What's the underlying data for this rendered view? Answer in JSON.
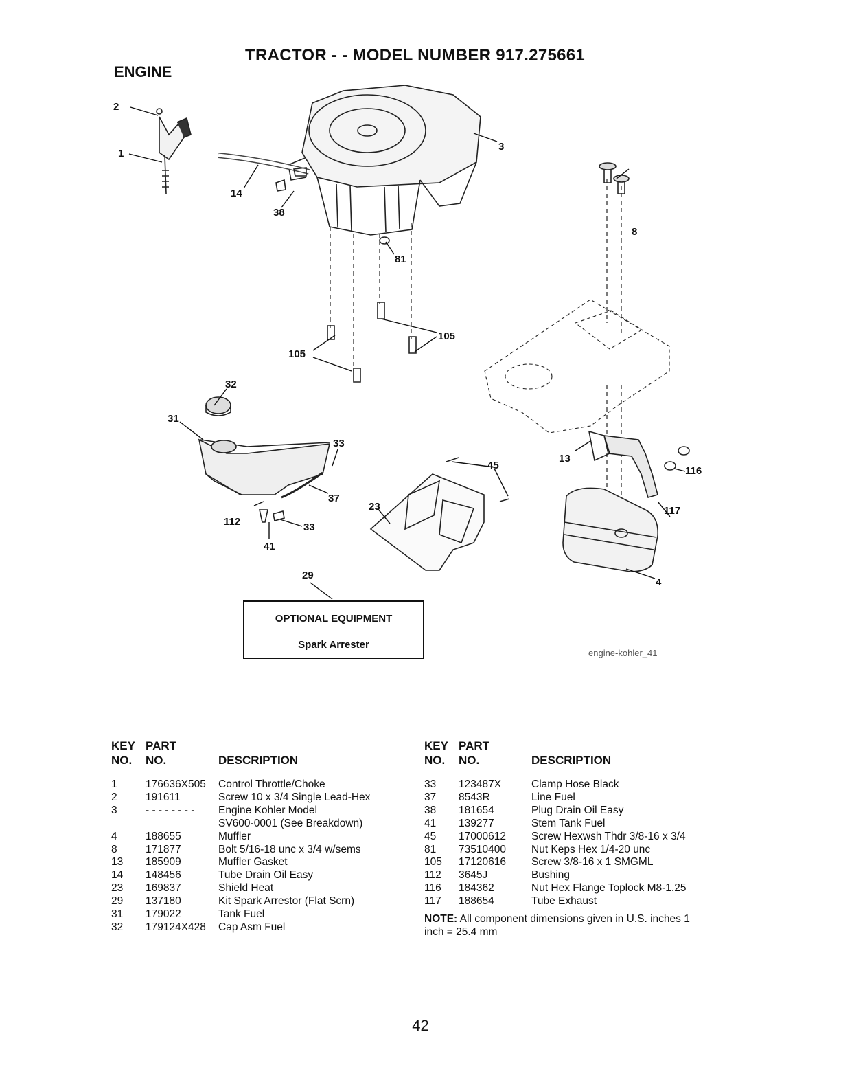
{
  "title": "TRACTOR - - MODEL NUMBER 917.275661",
  "section": "ENGINE",
  "callouts": [
    "2",
    "1",
    "14",
    "38",
    "3",
    "81",
    "8",
    "105",
    "105",
    "32",
    "31",
    "33",
    "45",
    "13",
    "116",
    "37",
    "23",
    "117",
    "112",
    "33",
    "41",
    "29",
    "4"
  ],
  "optional_box": {
    "heading": "OPTIONAL EQUIPMENT",
    "item": "Spark Arrester"
  },
  "figure_id": "engine-kohler_41",
  "table_headers": {
    "key_line1": "KEY",
    "key_line2": "NO.",
    "part_line1": "PART",
    "part_line2": "NO.",
    "description": "DESCRIPTION"
  },
  "parts_left": [
    {
      "key": "1",
      "part": "176636X505",
      "desc": "Control Throttle/Choke"
    },
    {
      "key": "2",
      "part": "191611",
      "desc": "Screw 10 x 3/4 Single Lead-Hex"
    },
    {
      "key": "3",
      "part": "- - - - - - - -",
      "desc": "Engine Kohler Model"
    },
    {
      "key": "",
      "part": "",
      "desc": "SV600-0001 (See Breakdown)"
    },
    {
      "key": "4",
      "part": "188655",
      "desc": "Muffler"
    },
    {
      "key": "8",
      "part": "171877",
      "desc": "Bolt 5/16-18 unc x 3/4 w/sems"
    },
    {
      "key": "13",
      "part": "185909",
      "desc": "Muffler Gasket"
    },
    {
      "key": "14",
      "part": "148456",
      "desc": "Tube Drain Oil Easy"
    },
    {
      "key": "23",
      "part": "169837",
      "desc": "Shield Heat"
    },
    {
      "key": "29",
      "part": "137180",
      "desc": "Kit Spark Arrestor (Flat Scrn)"
    },
    {
      "key": "31",
      "part": "179022",
      "desc": "Tank Fuel"
    },
    {
      "key": "32",
      "part": "179124X428",
      "desc": "Cap Asm Fuel"
    }
  ],
  "parts_right": [
    {
      "key": "33",
      "part": "123487X",
      "desc": "Clamp Hose Black"
    },
    {
      "key": "37",
      "part": "8543R",
      "desc": "Line Fuel"
    },
    {
      "key": "38",
      "part": "181654",
      "desc": "Plug Drain Oil Easy"
    },
    {
      "key": "41",
      "part": "139277",
      "desc": "Stem Tank Fuel"
    },
    {
      "key": "45",
      "part": "17000612",
      "desc": "Screw Hexwsh Thdr 3/8-16 x 3/4"
    },
    {
      "key": "81",
      "part": "73510400",
      "desc": "Nut Keps Hex 1/4-20 unc"
    },
    {
      "key": "105",
      "part": "17120616",
      "desc": "Screw 3/8-16 x 1 SMGML"
    },
    {
      "key": "112",
      "part": "3645J",
      "desc": "Bushing"
    },
    {
      "key": "116",
      "part": "184362",
      "desc": "Nut Hex Flange Toplock M8-1.25"
    },
    {
      "key": "117",
      "part": "188654",
      "desc": "Tube Exhaust"
    }
  ],
  "note": {
    "label": "NOTE:",
    "text": "All component dimensions given in U.S. inches 1 inch = 25.4 mm"
  },
  "page_number": "42"
}
